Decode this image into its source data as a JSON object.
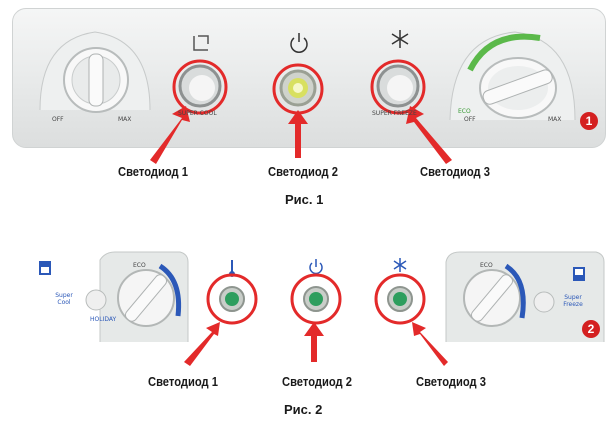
{
  "figure1": {
    "caption": "Рис. 1",
    "badge": "1",
    "labels": [
      "Светодиод 1",
      "Светодиод 2",
      "Светодиод 3"
    ],
    "button_text": [
      "SUPER COOL",
      "SUPER FREEZE"
    ],
    "dial_text": [
      "OFF",
      "MAX",
      "OFF",
      "MAX",
      "ECO"
    ]
  },
  "figure2": {
    "caption": "Рис. 2",
    "badge": "2",
    "labels": [
      "Светодиод 1",
      "Светодиод 2",
      "Светодиод 3"
    ],
    "side_text": [
      "Super Cool",
      "HOLIDAY",
      "Super Freeze",
      "ECO"
    ]
  },
  "colors": {
    "highlight": "#e32a2a",
    "arrow": "#e32a2a",
    "led_green": "#2e9e5e",
    "led_yellow": "#d8e060"
  }
}
